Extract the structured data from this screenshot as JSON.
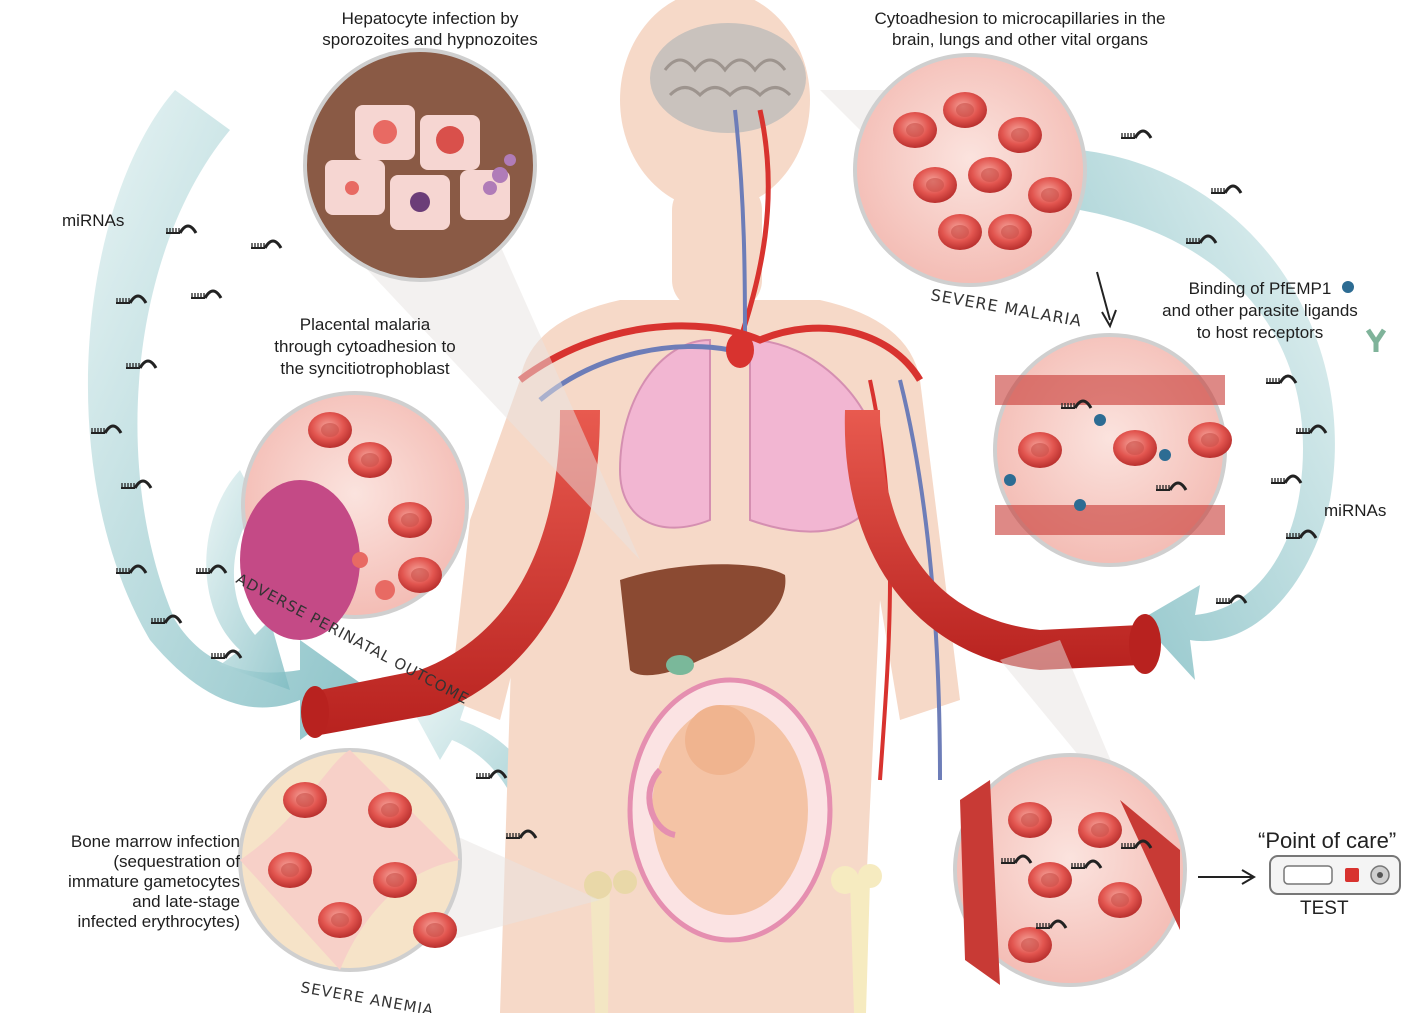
{
  "labels": {
    "hepatocyte": [
      "Hepatocyte infection by",
      "sporozoites and hypnozoites"
    ],
    "cytoadhesion": [
      "Cytoadhesion to microcapillaries in the",
      "brain, lungs and other vital organs"
    ],
    "mirnas_left": "miRNAs",
    "mirnas_right": "miRNAs",
    "placental": [
      "Placental malaria",
      "through cytoadhesion to",
      "the syncitiotrophoblast"
    ],
    "binding": [
      "Binding of PfEMP1",
      "and other parasite ligands",
      "to host receptors"
    ],
    "bone_marrow": [
      "Bone marrow infection",
      "(sequestration of",
      "immature gametocytes",
      "and late-stage",
      "infected erythrocytes)"
    ],
    "severe_malaria": "SEVERE MALARIA",
    "adverse_perinatal": "ADVERSE PERINATAL OUTCOME",
    "severe_anemia": "SEVERE ANEMIA",
    "point_of_care": "“Point of care”",
    "test": "TEST"
  },
  "colors": {
    "skin": "#f6d9c8",
    "vessel_red": "#d8332f",
    "vessel_blue": "#6d7db8",
    "arrow_teal": "#8fc4c9",
    "lung_pink": "#f2b6d2",
    "liver_brown": "#8b4a32",
    "cell_red": "#e2554f"
  }
}
